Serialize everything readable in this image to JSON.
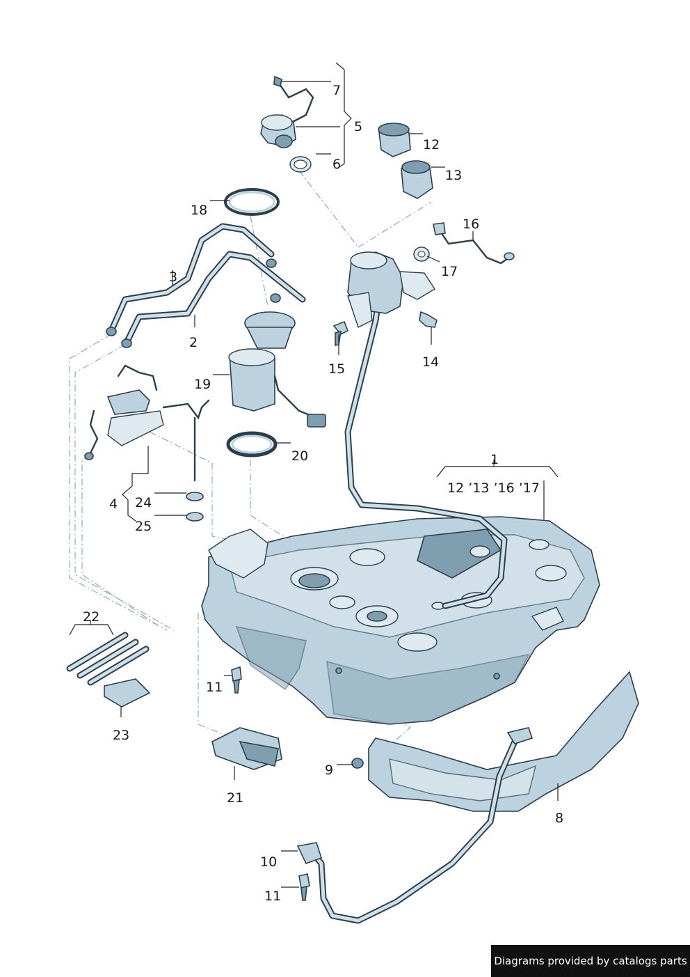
{
  "callouts": {
    "c1": "1",
    "c1_sub": "12 ’13 ’16 ’17",
    "c2": "2",
    "c3": "3",
    "c4": "4",
    "c5": "5",
    "c6": "6",
    "c7": "7",
    "c8": "8",
    "c9": "9",
    "c10": "10",
    "c11a": "11",
    "c11b": "11",
    "c12": "12",
    "c13": "13",
    "c14": "14",
    "c15": "15",
    "c16": "16",
    "c17": "17",
    "c18": "18",
    "c19": "19",
    "c20": "20",
    "c21": "21",
    "c22": "22",
    "c23": "23",
    "c24": "24",
    "c25": "25"
  },
  "footer": {
    "credit": "Diagrams provided by catalogs parts"
  },
  "colors": {
    "part_fill": "#bcd3df",
    "part_shade": "#7f9fb0",
    "outline": "#2a3f4c",
    "dash_line": "#8fa9b8"
  }
}
